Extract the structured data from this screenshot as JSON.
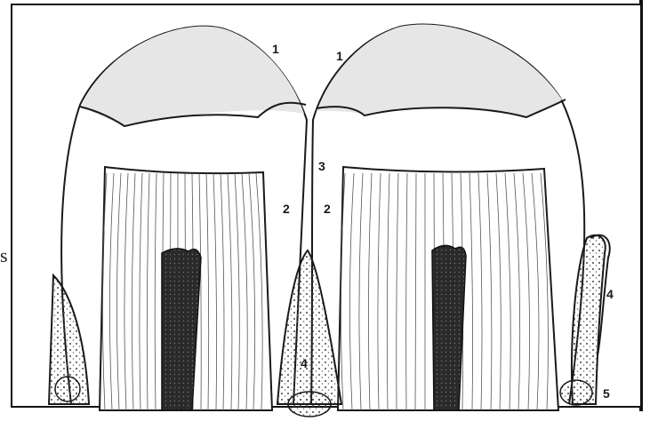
{
  "diagram": {
    "stray_text": "s",
    "labels": {
      "crown_left": "1",
      "crown_right": "1",
      "contact_point": "3",
      "root_left": "2",
      "root_right": "2",
      "bone_septum": "4",
      "bone_right": "4",
      "bone_corner": "5"
    },
    "colors": {
      "line": "#1a1a1a",
      "pulp": "#2a2a2a",
      "dentin_hatch": "#555555",
      "background": "#ffffff"
    }
  }
}
